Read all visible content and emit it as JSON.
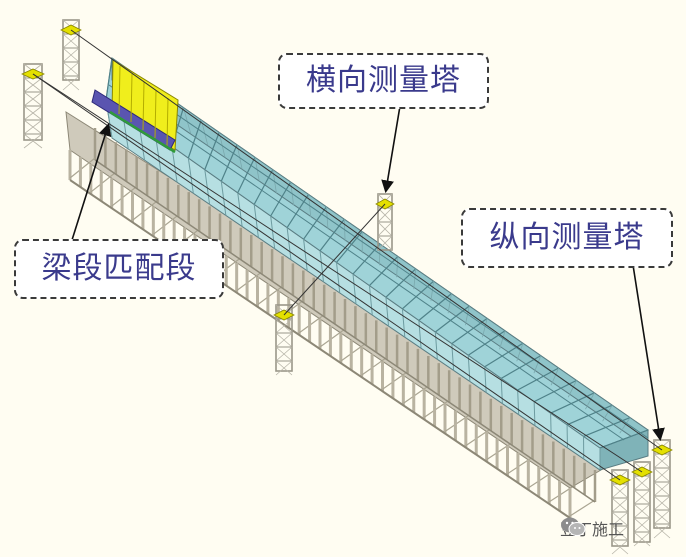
{
  "labels": {
    "transverse_tower": "横向测量塔",
    "longitudinal_tower": "纵向测量塔",
    "match_segment": "梁段匹配段"
  },
  "watermark": {
    "text": "豆丁施工",
    "icon": "wechat-icon"
  },
  "colors": {
    "background": "#fffdf2",
    "mold_frame": "#9fd3d8",
    "mold_edge": "#5a7d83",
    "support_frame": "#b9b3a1",
    "tower": "#9a9789",
    "tower_marker": "#e4e000",
    "segment_highlight": "#f0ee1c",
    "callout_text": "#3a3a8c"
  }
}
